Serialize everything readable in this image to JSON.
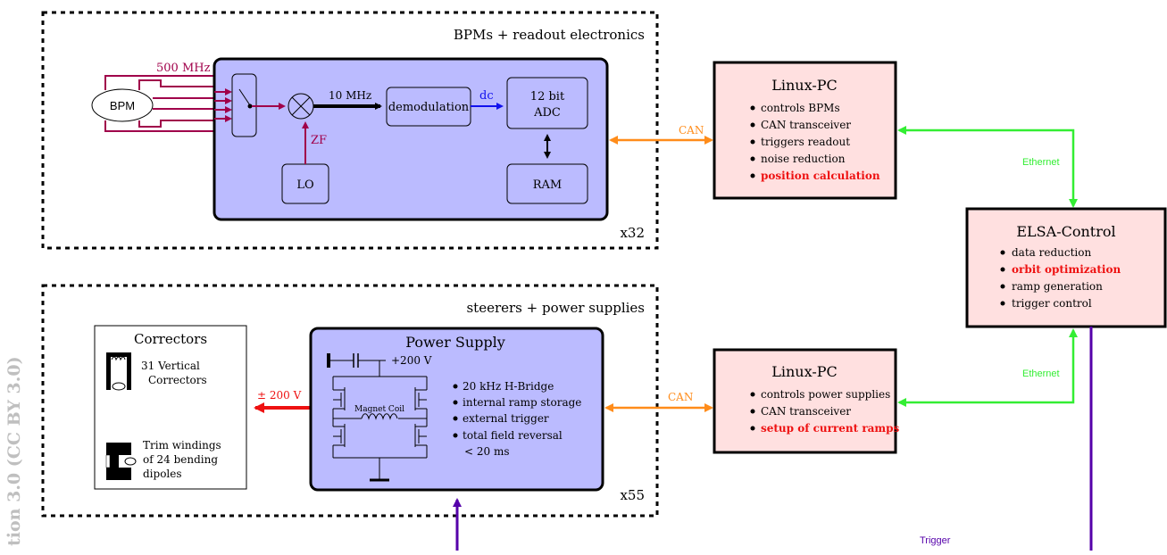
{
  "watermark": "tion 3.0 (CC BY 3.0)",
  "bpm_group": {
    "title": "BPMs + readout electronics",
    "multiplier": "x32",
    "bpm_label": "BPM",
    "freq_label": "500 MHz",
    "if_label": "10 MHz",
    "zf_label": "ZF",
    "dc_label": "dc",
    "lo_label": "LO",
    "demod_label": "demodulation",
    "adc_line1": "12 bit",
    "adc_line2": "ADC",
    "ram_label": "RAM"
  },
  "steerer_group": {
    "title": "steerers + power supplies",
    "multiplier": "x55",
    "correctors_title": "Correctors",
    "vertical_line1": "31 Vertical",
    "vertical_line2": "Correctors",
    "trim_line1": "Trim windings",
    "trim_line2": "of 24 bending",
    "trim_line3": "dipoles",
    "voltage_out": "± 200 V",
    "ps_title": "Power Supply",
    "ps_voltage": "+200 V",
    "magnet_coil": "Magnet Coil",
    "ps_features": [
      "20 kHz H-Bridge",
      "internal ramp storage",
      "external trigger",
      "total field reversal"
    ],
    "ps_reversal_time": "< 20 ms"
  },
  "linux_pc_top": {
    "title": "Linux-PC",
    "items": [
      "controls BPMs",
      "CAN transceiver",
      "triggers readout",
      "noise reduction"
    ],
    "highlight": "position calculation"
  },
  "linux_pc_bottom": {
    "title": "Linux-PC",
    "items": [
      "controls power supplies",
      "CAN transceiver"
    ],
    "highlight": "setup of current ramps"
  },
  "elsa_control": {
    "title": "ELSA-Control",
    "items": [
      "data reduction"
    ],
    "highlight": "orbit optimization",
    "items_after": [
      "ramp generation",
      "trigger control"
    ]
  },
  "links": {
    "can_top": "CAN",
    "can_bottom": "CAN",
    "ethernet_top": "Ethernet",
    "ethernet_bottom": "Ethernet",
    "trigger": "Trigger"
  },
  "colors": {
    "module_fill": "#bbbbff",
    "pc_fill": "#ffe0e0",
    "can": "#ff8c1a",
    "ethernet": "#33ee33",
    "trigger": "#5500aa",
    "rf": "#a0004a",
    "highlight": "#ee1111",
    "dc": "#1111ee"
  }
}
